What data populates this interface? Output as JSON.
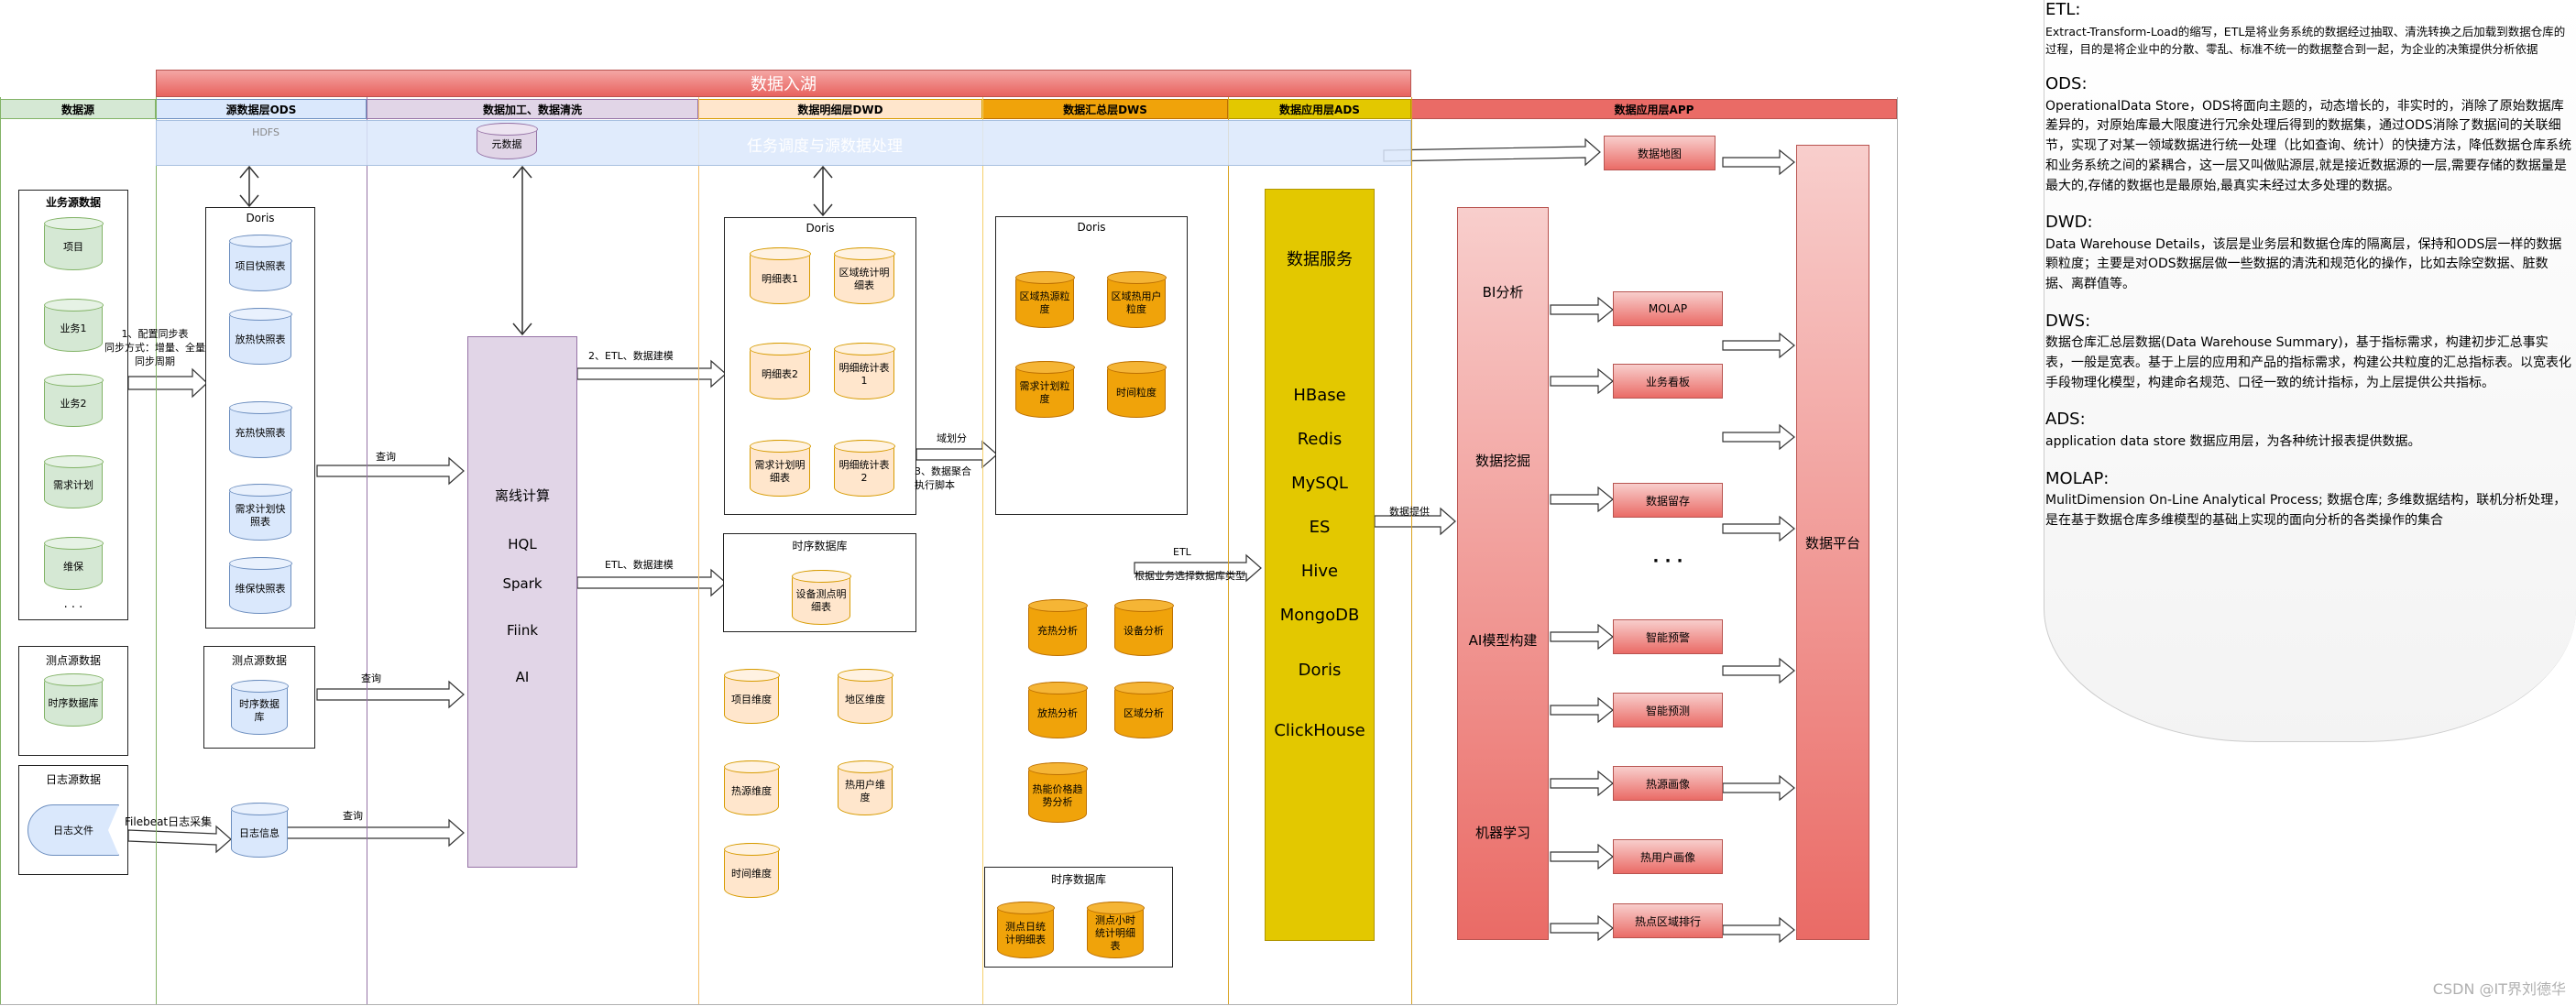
{
  "top_banner": {
    "title": "数据入湖"
  },
  "columns": [
    {
      "label": "数据源",
      "color": "#d5e8d4"
    },
    {
      "label": "源数据层ODS",
      "color": "#dae8fc"
    },
    {
      "label": "数据加工、数据清洗",
      "color": "#e1d5e7"
    },
    {
      "label": "数据明细层DWD",
      "color": "#ffe6cc"
    },
    {
      "label": "数据汇总层DWS",
      "color": "#f0a30a"
    },
    {
      "label": "数据应用层ADS",
      "color": "#e3c800"
    },
    {
      "label": "数据应用层APP",
      "color": "#ea6b66"
    }
  ],
  "scheduler_bar": {
    "label": "任务调度与源数据处理",
    "hdfs": "HDFS",
    "metadata": "元数据"
  },
  "sources": {
    "business": {
      "title": "业务源数据",
      "items": [
        "项目",
        "业务1",
        "业务2",
        "需求计划",
        "维保"
      ],
      "ellipsis": "· · ·"
    },
    "points": {
      "title": "测点源数据",
      "item": "时序数据库"
    },
    "logs": {
      "title": "日志源数据",
      "item": "日志文件"
    }
  },
  "ods": {
    "doris": {
      "title": "Doris",
      "items": [
        "项目快照表",
        "放热快照表",
        "充热快照表",
        "需求计划快照表",
        "维保快照表"
      ]
    },
    "points": {
      "title": "测点源数据",
      "item": "时序数据库"
    },
    "log_info": "日志信息"
  },
  "processing": {
    "title": "离线计算",
    "items": [
      "HQL",
      "Spark",
      "Fiink",
      "AI"
    ]
  },
  "dwd": {
    "doris": {
      "title": "Doris",
      "items": [
        "明细表1",
        "区域统计明细表",
        "明细表2",
        "明细统计表1",
        "需求计划明细表",
        "明细统计表2"
      ]
    },
    "timeseries": {
      "title": "时序数据库",
      "item": "设备测点明细表"
    },
    "dims": [
      "项目维度",
      "地区维度",
      "热源维度",
      "热用户维度",
      "时间维度"
    ]
  },
  "dws": {
    "doris": {
      "title": "Doris",
      "items": [
        "区域热源粒度",
        "区域热用户粒度",
        "需求计划粒度",
        "时间粒度"
      ]
    },
    "analysis": [
      "充热分析",
      "设备分析",
      "放热分析",
      "区域分析",
      "热能价格趋势分析"
    ],
    "timeseries": {
      "title": "时序数据库",
      "items": [
        "测点日统计明细表",
        "测点小时统计明细表"
      ]
    }
  },
  "ads": {
    "title": "数据服务",
    "items": [
      "HBase",
      "Redis",
      "MySQL",
      "ES",
      "Hive",
      "MongoDB",
      "Doris",
      "ClickHouse"
    ]
  },
  "app": {
    "categories": [
      "BI分析",
      "数据挖掘",
      "AI模型构建",
      "机器学习"
    ],
    "outputs": [
      "数据地图",
      "MOLAP",
      "业务看板",
      "数据留存",
      "智能预警",
      "智能预测",
      "热源画像",
      "热用户画像",
      "热点区域排行"
    ],
    "ellipsis": "· · ·",
    "platform": "数据平台"
  },
  "edges": {
    "sync": "1、配置同步表\n同步方式：增量、全量\n同步周期",
    "query1": "查询",
    "query2": "查询",
    "query3": "查询",
    "filebeat": "Filebeat日志采集",
    "etl_model1": "2、ETL、数据建模",
    "etl_model2": "ETL、数据建模",
    "domain_split": "域划分",
    "aggregate": "3、数据聚合\n执行脚本",
    "etl": "ETL",
    "etl_note": "根据业务选择数据库类型",
    "provide": "数据提供"
  },
  "definitions": [
    {
      "term": "ETL:",
      "text": "Extract-Transform-Load的缩写，ETL是将业务系统的数据经过抽取、清洗转换之后加载到数据仓库的过程，目的是将企业中的分散、零乱、标准不统一的数据整合到一起，为企业的决策提供分析依据",
      "small": true
    },
    {
      "term": "ODS:",
      "text": "OperationalData Store，ODS将面向主题的，动态增长的，非实时的，消除了原始数据库差异的，对原始库最大限度进行冗余处理后得到的数据集，通过ODS消除了数据间的关联细节，实现了对某一领域数据进行统一处理（比如查询、统计）的快捷方法，降低数据仓库系统和业务系统之间的紧耦合，这一层又叫做贴源层,就是接近数据源的一层,需要存储的数据量是最大的,存储的数据也是最原始,最真实未经过太多处理的数据。",
      "small": false
    },
    {
      "term": "DWD:",
      "text": "Data Warehouse Details，该层是业务层和数据仓库的隔离层，保持和ODS层一样的数据颗粒度；主要是对ODS数据层做一些数据的清洗和规范化的操作，比如去除空数据、脏数据、离群值等。",
      "small": false
    },
    {
      "term": "DWS:",
      "text": "数据仓库汇总层数据(Data Warehouse Summary)，基于指标需求，构建初步汇总事实表，一般是宽表。基于上层的应用和产品的指标需求，构建公共粒度的汇总指标表。以宽表化手段物理化模型，构建命名规范、口径一致的统计指标，为上层提供公共指标。",
      "small": false
    },
    {
      "term": "ADS:",
      "text": "application data store 数据应用层，为各种统计报表提供数据。",
      "small": false
    },
    {
      "term": "MOLAP:",
      "text": "MulitDimension On-Line Analytical Process; 数据仓库; 多维数据结构，联机分析处理，是在基于数据仓库多维模型的基础上实现的面向分析的各类操作的集合",
      "small": false
    }
  ],
  "watermark": "CSDN @IT界刘德华"
}
